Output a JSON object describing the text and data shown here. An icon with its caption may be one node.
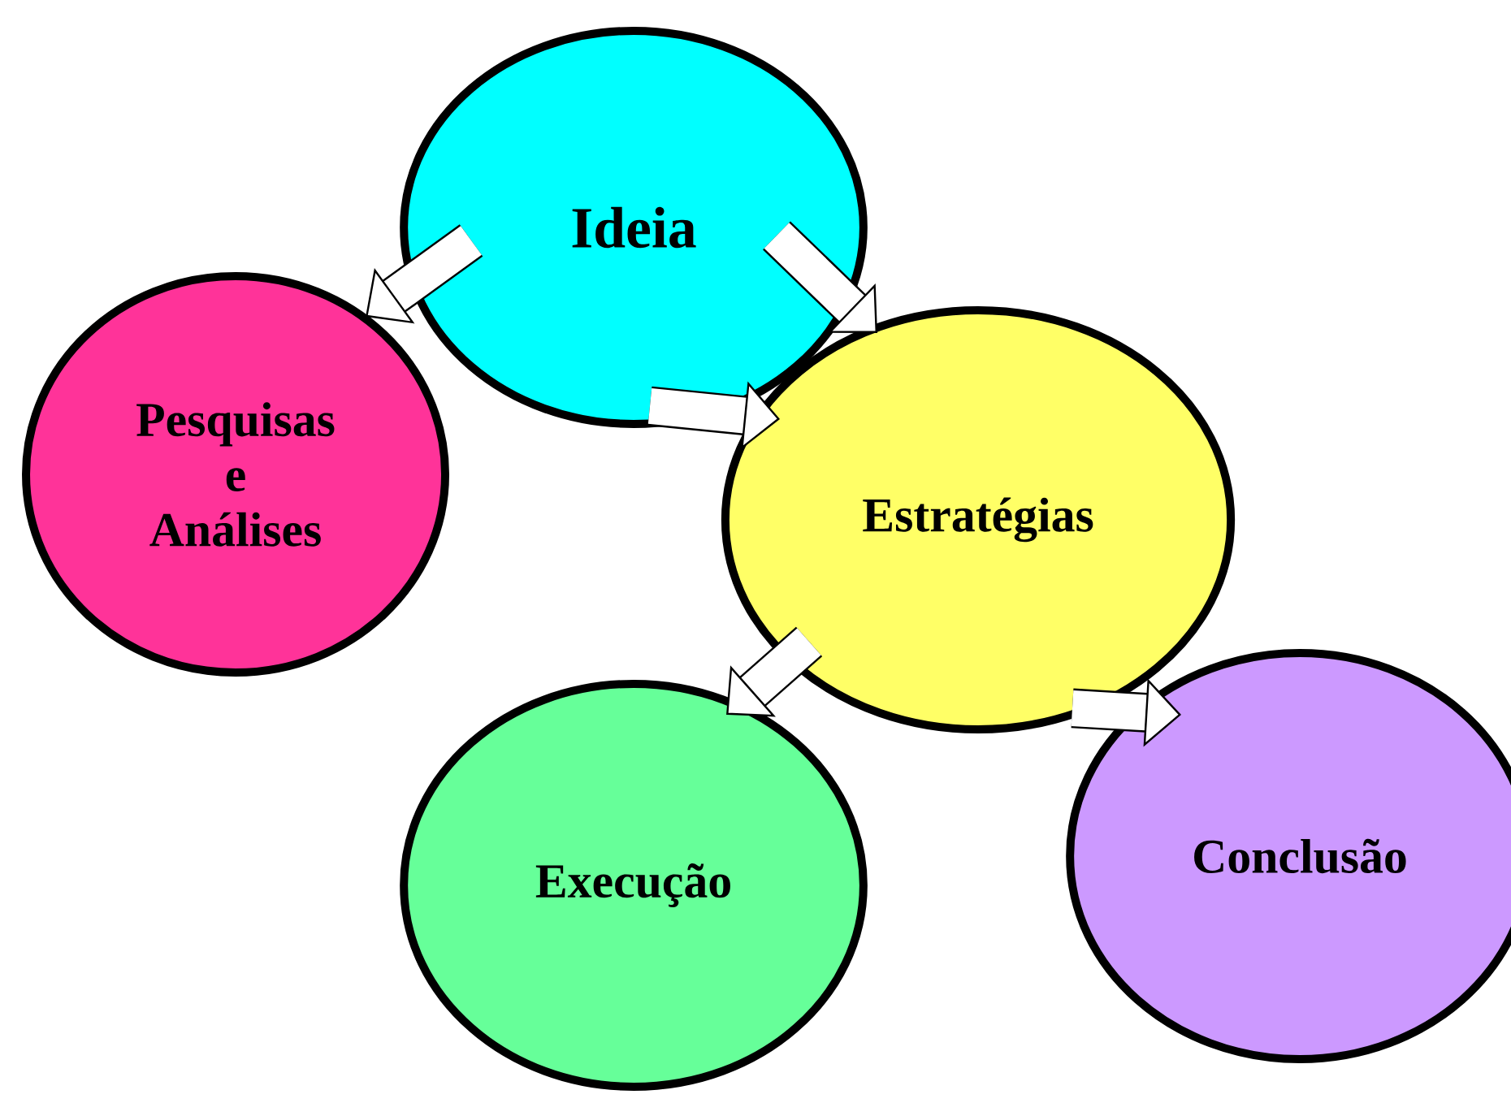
{
  "diagram": {
    "nodes": [
      {
        "text": [
          "Ideia"
        ]
      },
      {
        "text": [
          "Pesquisas e Análises"
        ]
      },
      {
        "text": [
          "Estratégias"
        ]
      },
      {
        "text": [
          "Execução"
        ]
      },
      {
        "text": [
          "Conclusão"
        ]
      }
    ],
    "edges": [
      {
        "from": 0,
        "to": 1,
        "arrow": "to"
      },
      {
        "from": 0,
        "to": 2,
        "arrow": "to"
      },
      {
        "from": 0,
        "to": 2,
        "arrow": "to"
      },
      {
        "from": 2,
        "to": 3,
        "arrow": "to"
      },
      {
        "from": 2,
        "to": 4,
        "arrow": "to"
      }
    ]
  }
}
